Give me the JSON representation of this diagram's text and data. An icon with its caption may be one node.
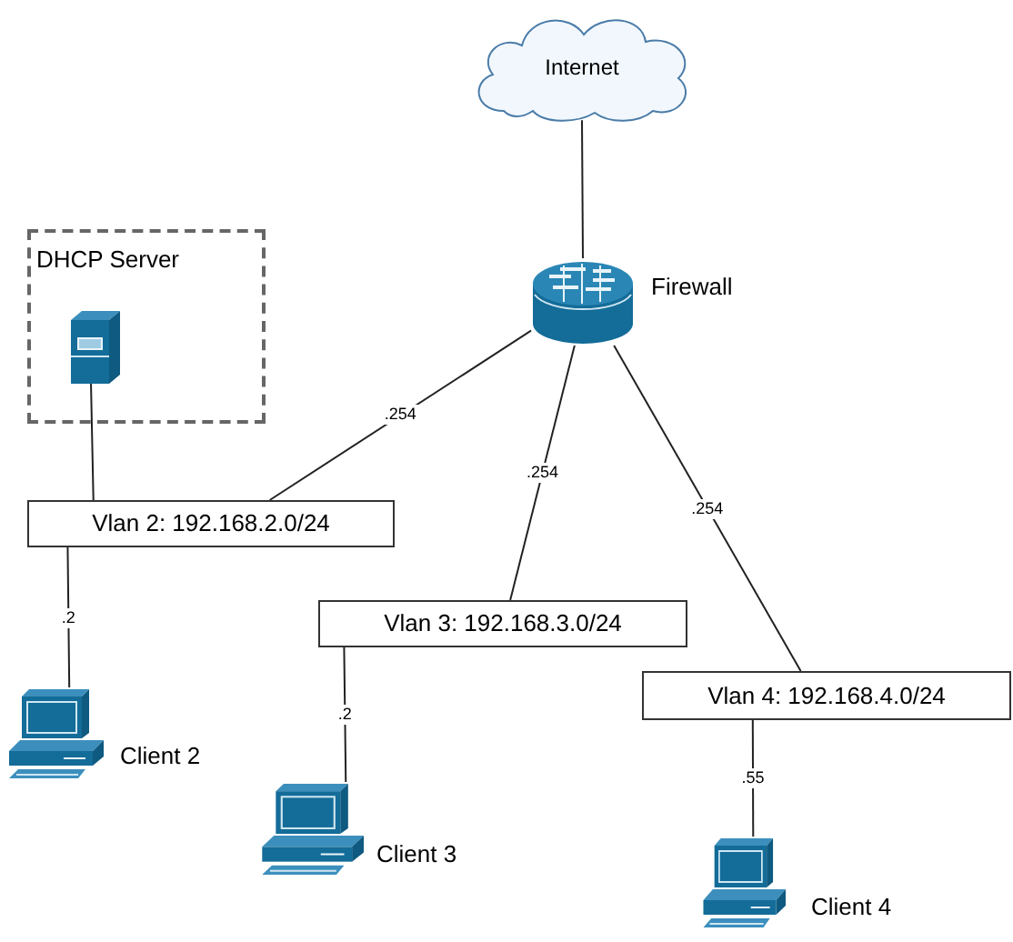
{
  "diagram": {
    "nodes": [
      {
        "text": [
          "Internet"
        ]
      },
      {
        "text": [],
        "shape": "picture",
        "beside": [
          "Firewall"
        ]
      },
      {
        "text": [
          "DHCP Server"
        ]
      },
      {
        "text": [],
        "shape": "picture",
        "in": 2
      },
      {
        "text": [
          "Vlan 2: 192.168.2.0/24"
        ]
      },
      {
        "text": [
          "Vlan 3: 192.168.3.0/24"
        ]
      },
      {
        "text": [
          "Vlan 4: 192.168.4.0/24"
        ]
      },
      {
        "text": [],
        "shape": "picture",
        "beside": [
          "Client 2"
        ]
      },
      {
        "text": [],
        "shape": "picture",
        "beside": [
          "Client 3"
        ]
      },
      {
        "text": [],
        "shape": "picture",
        "beside": [
          "Client 4"
        ]
      }
    ],
    "edges": [
      {
        "from": 0,
        "to": 1,
        "arrow": "none"
      },
      {
        "from": 1,
        "to": 4,
        "arrow": "none",
        "label": ".254"
      },
      {
        "from": 1,
        "to": 5,
        "arrow": "none",
        "label": ".254"
      },
      {
        "from": 1,
        "to": 6,
        "arrow": "none",
        "label": ".254"
      },
      {
        "from": 3,
        "to": 4,
        "arrow": "none"
      },
      {
        "from": 4,
        "to": 7,
        "arrow": "none",
        "label": ".2"
      },
      {
        "from": 5,
        "to": 8,
        "arrow": "none",
        "label": ".2"
      },
      {
        "from": 6,
        "to": 9,
        "arrow": "none",
        "label": ".55"
      }
    ]
  }
}
